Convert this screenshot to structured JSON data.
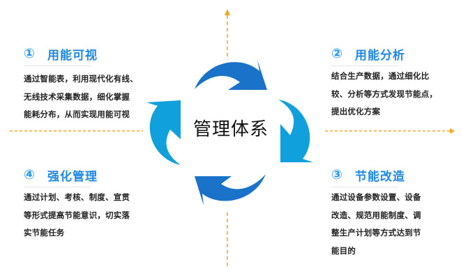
{
  "center": {
    "label": "管理体系"
  },
  "blocks": [
    {
      "number": "①",
      "title": "用能可视",
      "lines": [
        "通过智能表，利用现代化有线、",
        "无线技术采集数据，细化掌握",
        "能耗分布，从而实现用能可视"
      ]
    },
    {
      "number": "②",
      "title": "用能分析",
      "lines": [
        "结合生产数据，通过细化比",
        "较、分析等方式发现节能点，",
        "提出优化方案"
      ]
    },
    {
      "number": "③",
      "title": "节能改造",
      "lines": [
        "通过设备参数设置、设备",
        "改造、规范用能制度、调",
        "整生产计划等方式达到节",
        "能目的"
      ]
    },
    {
      "number": "④",
      "title": "强化管理",
      "lines": [
        "通过计划、考核、制度、宣贯",
        "等形式提高节能意识，切实落",
        "实节能任务"
      ]
    }
  ],
  "colors": {
    "arrow_dark": "#1a73c9",
    "arrow_light": "#10a0dc",
    "axis": "#f5a623",
    "title": "#1e88e5"
  }
}
